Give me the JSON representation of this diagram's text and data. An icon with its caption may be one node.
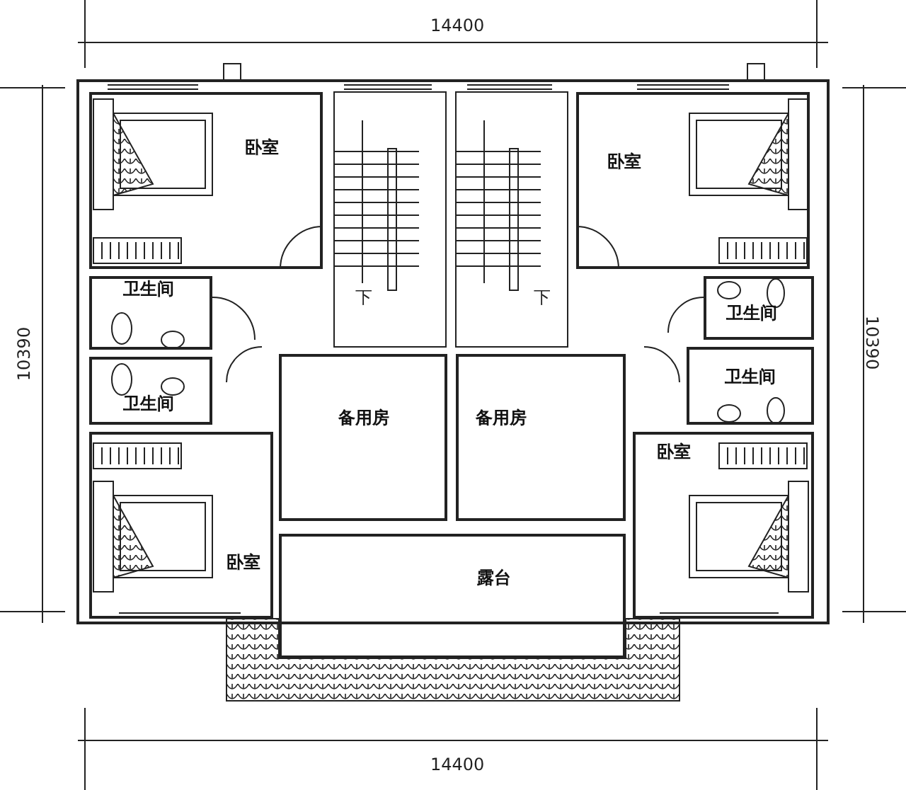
{
  "diagram": {
    "nodes": [
      {
        "text": [
          "卧室"
        ]
      },
      {
        "text": [
          "卧室"
        ]
      },
      {
        "text": [
          "卫生间"
        ]
      },
      {
        "text": [
          "卫生间"
        ]
      },
      {
        "text": [
          "卫生间"
        ]
      },
      {
        "text": [
          "卫生间"
        ]
      },
      {
        "text": [
          "备用房"
        ]
      },
      {
        "text": [
          "备用房"
        ]
      },
      {
        "text": [
          "卧室"
        ]
      },
      {
        "text": [
          "卧室"
        ]
      },
      {
        "text": [
          "露台"
        ]
      }
    ],
    "labels": [
      "14400",
      "10390",
      "下",
      "下",
      "10390",
      "14400"
    ]
  }
}
